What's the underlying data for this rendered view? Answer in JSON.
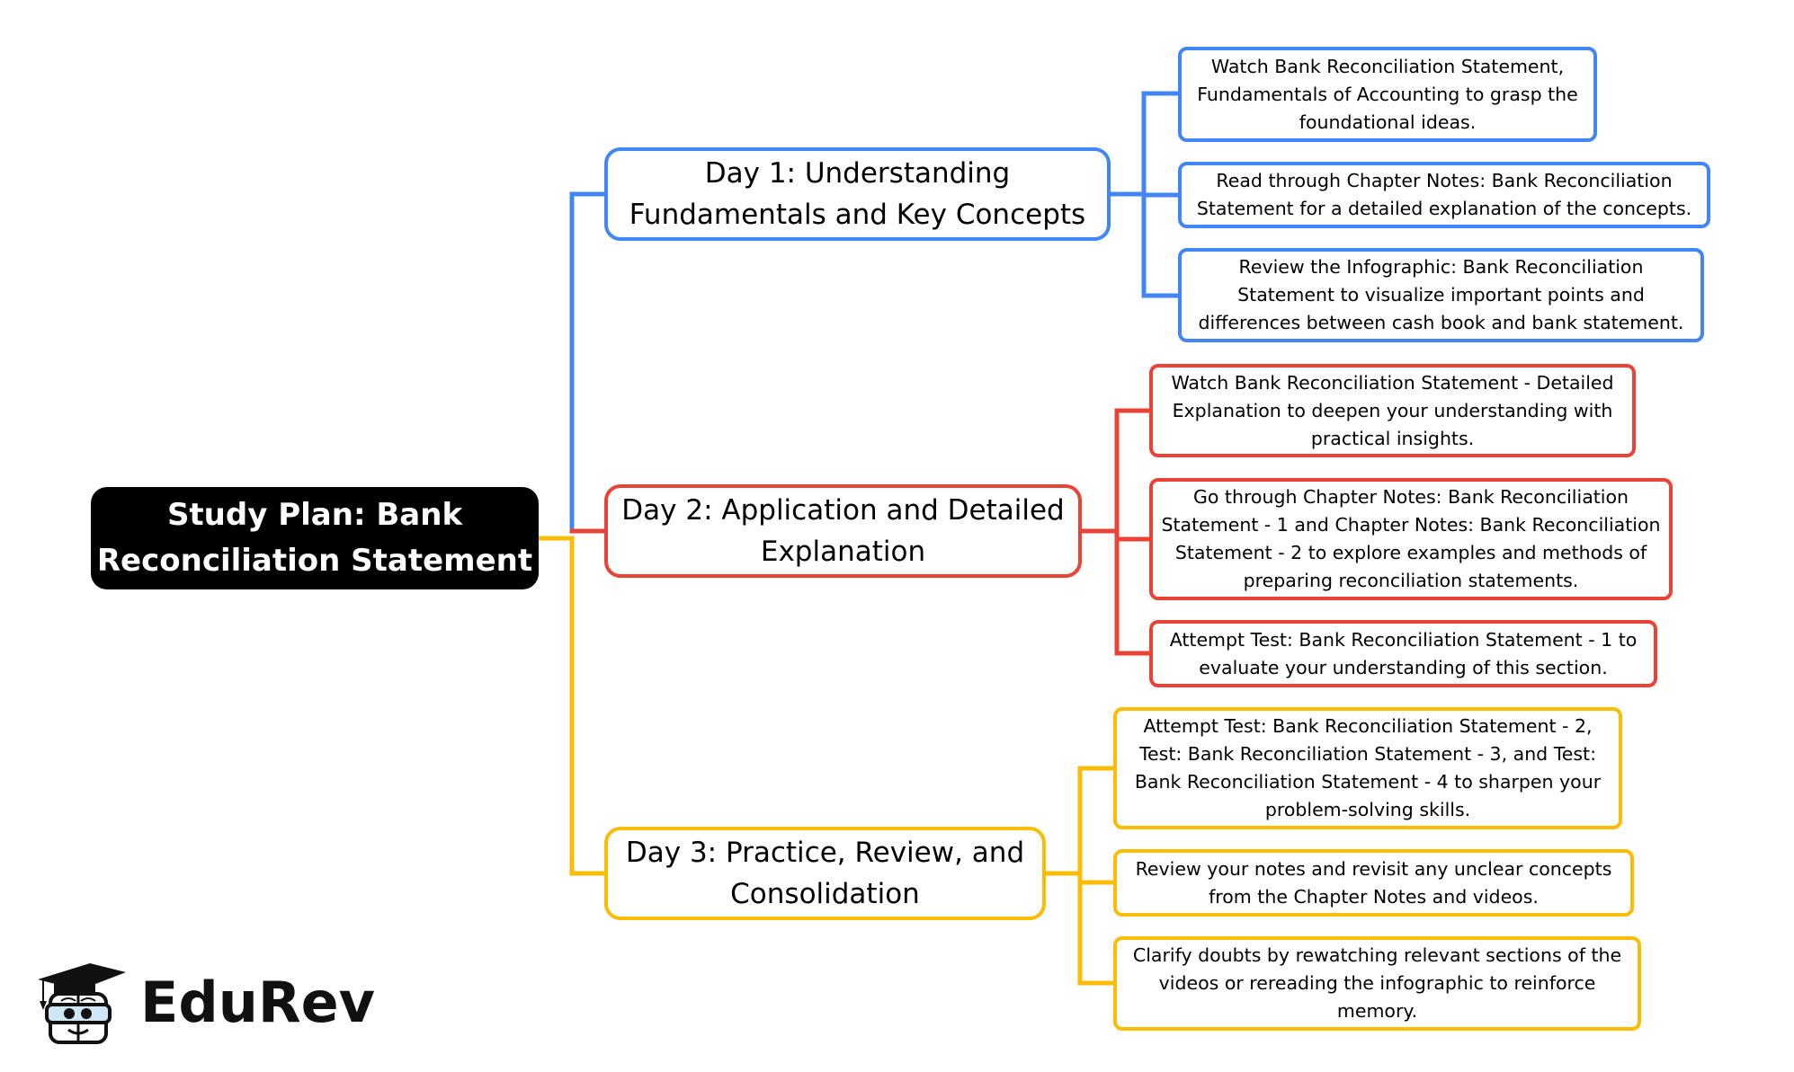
{
  "root": {
    "label": "Study Plan: Bank Reconciliation Statement",
    "color": "#000000"
  },
  "branches": [
    {
      "label": "Day 1: Understanding Fundamentals and Key Concepts",
      "color": "#4285f4",
      "items": [
        "Watch Bank Reconciliation Statement, Fundamentals of Accounting to grasp the foundational ideas.",
        "Read through Chapter Notes: Bank Reconciliation Statement for a detailed explanation of the concepts.",
        "Review the Infographic: Bank Reconciliation Statement to visualize important points and differences between cash book and bank statement."
      ]
    },
    {
      "label": "Day 2: Application and Detailed Explanation",
      "color": "#ea4335",
      "items": [
        "Watch Bank Reconciliation Statement - Detailed Explanation to deepen your understanding with practical insights.",
        "Go through Chapter Notes: Bank Reconciliation Statement - 1 and Chapter Notes: Bank Reconciliation Statement - 2 to explore examples and methods of preparing reconciliation statements.",
        "Attempt Test: Bank Reconciliation Statement - 1 to evaluate your understanding of this section."
      ]
    },
    {
      "label": "Day 3: Practice, Review, and Consolidation",
      "color": "#fbbc05",
      "items": [
        "Attempt Test: Bank Reconciliation Statement - 2, Test: Bank Reconciliation Statement - 3, and Test: Bank Reconciliation Statement - 4 to sharpen your problem-solving skills.",
        "Review your notes and revisit any unclear concepts from the Chapter Notes and videos.",
        "Clarify doubts by rewatching relevant sections of the videos or rereading the infographic to reinforce memory."
      ]
    }
  ],
  "logo": {
    "text": "EduRev",
    "icon": "graduation-cap-mascot-icon"
  }
}
